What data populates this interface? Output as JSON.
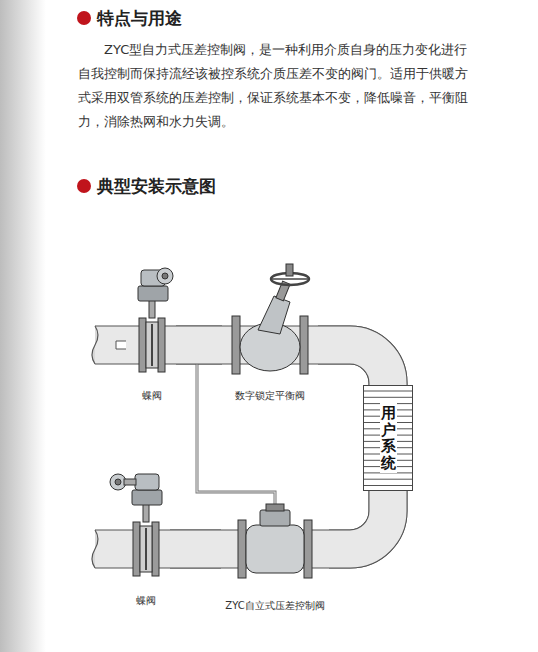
{
  "diagram": {
    "nodes": [
      {
        "text": [
          "蝶阀"
        ]
      },
      {
        "text": [
          "数字锁定平衡阀"
        ]
      },
      {
        "text": [
          "用户系统"
        ]
      },
      {
        "text": [
          "ZYC自立式压差控制阀"
        ]
      },
      {
        "text": [
          "蝶阀"
        ]
      }
    ],
    "edges": [
      {
        "from": 0,
        "to": 1,
        "arrow": "none"
      },
      {
        "from": 1,
        "to": 2,
        "arrow": "none"
      },
      {
        "from": 2,
        "to": 3,
        "arrow": "none"
      },
      {
        "from": 3,
        "to": 4,
        "arrow": "none"
      }
    ],
    "labels": [
      "特点与用途",
      "ZYC型自力式压差控制阀，是一种利用介质自身的压力变化进行自我控制而保持流经该被控系统介质压差不变的阀门。适用于供暖方式采用双管系统的压差控制，保证系统基本不变，降低噪音，平衡阻力，消除热网和水力失调。",
      "典型安装示意图"
    ]
  }
}
